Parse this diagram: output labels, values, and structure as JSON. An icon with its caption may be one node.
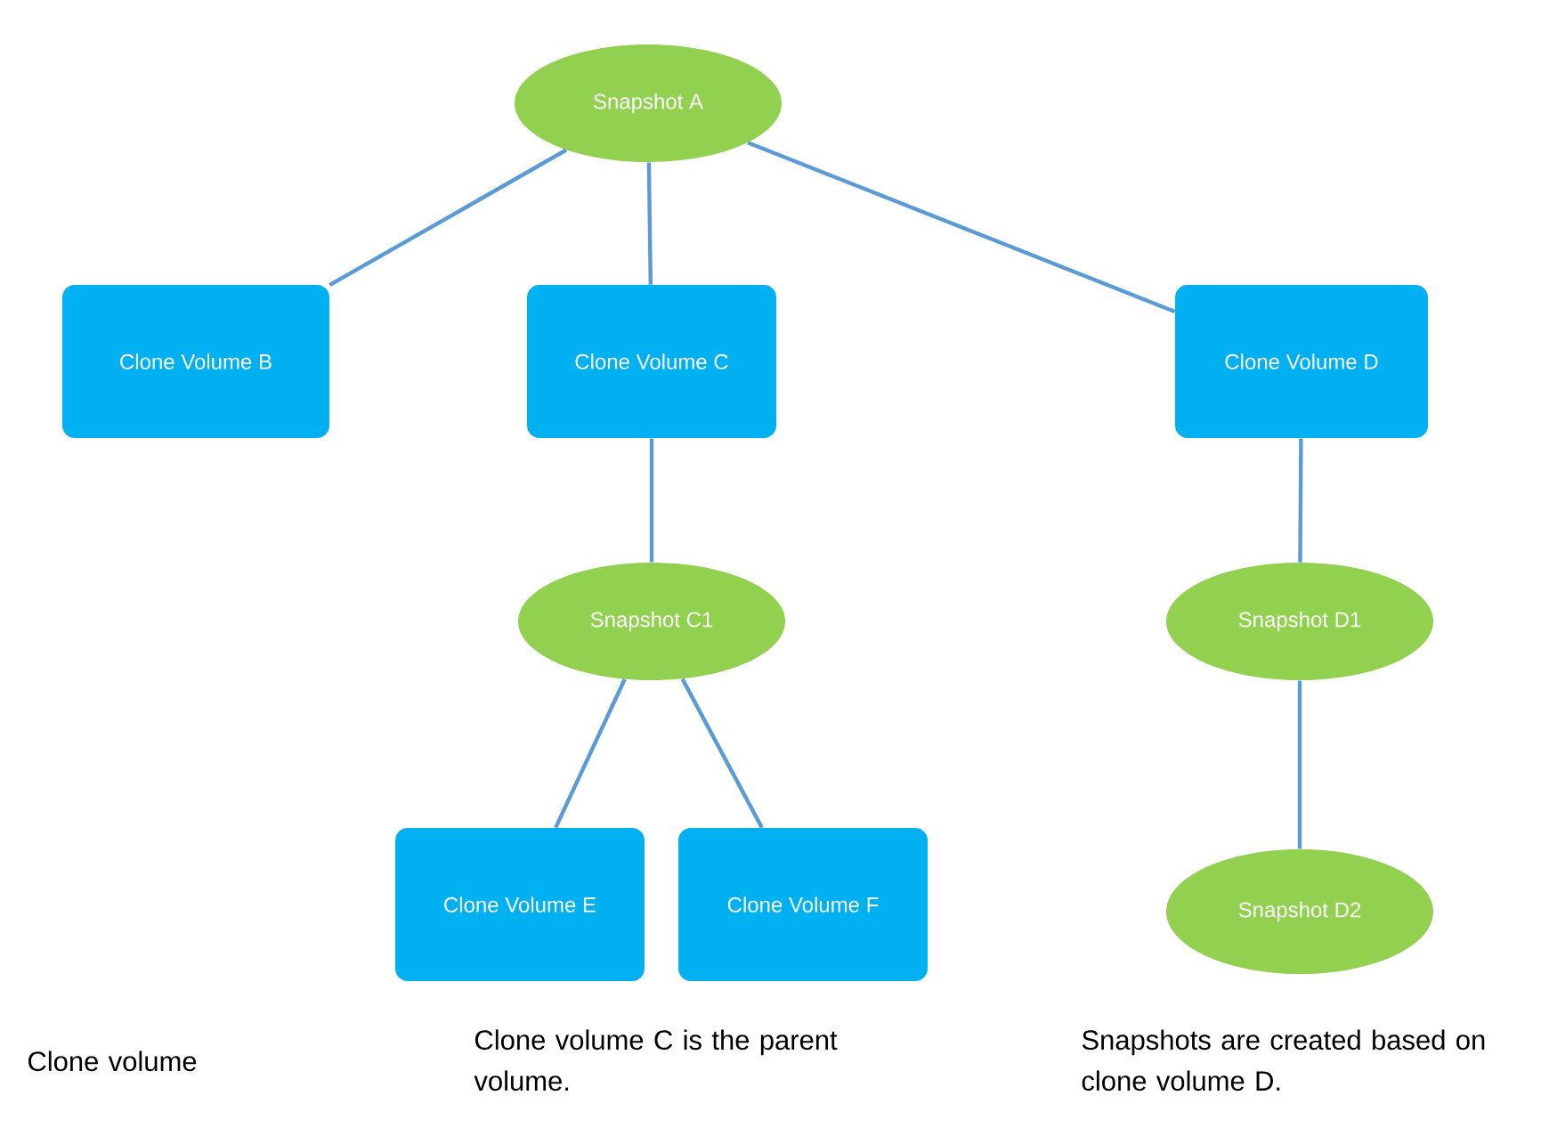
{
  "diagram": {
    "nodes": [
      {
        "text": [
          "Snapshot A"
        ]
      },
      {
        "text": [
          "Clone Volume B"
        ]
      },
      {
        "text": [
          "Clone Volume C"
        ]
      },
      {
        "text": [
          "Clone Volume D"
        ]
      },
      {
        "text": [
          "Snapshot C1"
        ]
      },
      {
        "text": [
          "Snapshot D1"
        ]
      },
      {
        "text": [
          "Clone Volume E"
        ]
      },
      {
        "text": [
          "Clone Volume F"
        ]
      },
      {
        "text": [
          "Snapshot D2"
        ]
      }
    ],
    "edges": [
      {
        "from": 0,
        "to": 1,
        "arrow": "none"
      },
      {
        "from": 0,
        "to": 2,
        "arrow": "none"
      },
      {
        "from": 0,
        "to": 3,
        "arrow": "none"
      },
      {
        "from": 2,
        "to": 4,
        "arrow": "none"
      },
      {
        "from": 4,
        "to": 6,
        "arrow": "none"
      },
      {
        "from": 4,
        "to": 7,
        "arrow": "none"
      },
      {
        "from": 3,
        "to": 5,
        "arrow": "none"
      },
      {
        "from": 5,
        "to": 8,
        "arrow": "none"
      }
    ],
    "labels": [
      "Clone volume",
      "Clone volume C is the parent volume.",
      "Snapshots are created based on clone volume D."
    ]
  }
}
